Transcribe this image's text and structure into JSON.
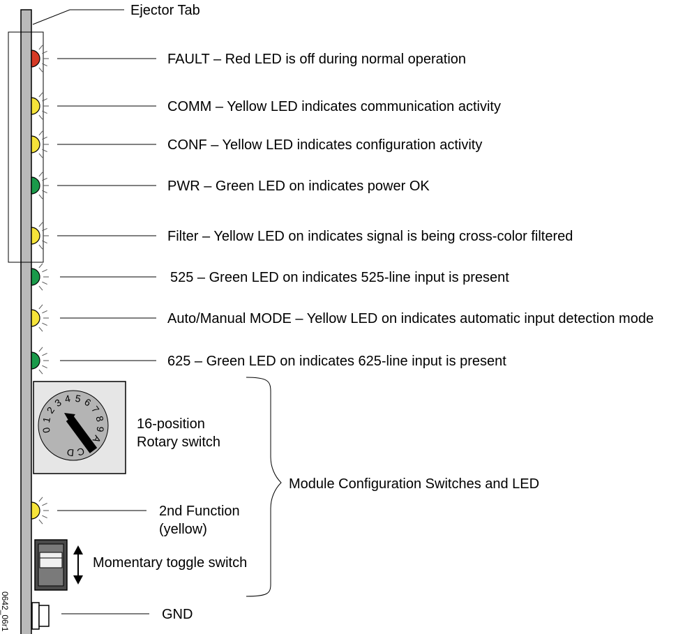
{
  "ejector_tab": "Ejector Tab",
  "leds": [
    {
      "id": "fault",
      "color": "#d63a26",
      "label": "FAULT –  Red LED is off during normal operation"
    },
    {
      "id": "comm",
      "color": "#f6e43a",
      "label": "COMM – Yellow LED indicates communication activity"
    },
    {
      "id": "conf",
      "color": "#f6e43a",
      "label": "CONF – Yellow LED indicates configuration activity"
    },
    {
      "id": "pwr",
      "color": "#1a9a4a",
      "label": "PWR – Green LED on indicates power OK"
    },
    {
      "id": "filter",
      "color": "#f6e43a",
      "label": "Filter – Yellow LED on indicates signal is being cross-color filtered"
    },
    {
      "id": "525",
      "color": "#1a9a4a",
      "label": "525 – Green LED on indicates 525-line input is present"
    },
    {
      "id": "mode",
      "color": "#f6e43a",
      "label": "Auto/Manual MODE – Yellow LED on indicates automatic input detection mode"
    },
    {
      "id": "625",
      "color": "#1a9a4a",
      "label": "625 – Green LED on indicates 625-line input is present"
    }
  ],
  "rotary": {
    "line1": "16-position",
    "line2": "Rotary switch",
    "positions": [
      "0",
      "1",
      "2",
      "3",
      "4",
      "5",
      "6",
      "7",
      "8",
      "9",
      "A",
      "B",
      "C",
      "D"
    ]
  },
  "function_led": {
    "color": "#f6e43a",
    "line1": "2nd Function",
    "line2": "(yellow)"
  },
  "toggle": "Momentary toggle switch",
  "gnd": "GND",
  "group_label": "Module Configuration Switches and LED",
  "figure_code": "0642_06r1",
  "colors": {
    "board": "#b9b9b9",
    "outline": "#000000",
    "switch_bg": "#e6e6e6",
    "dial": "#b4b4b4",
    "toggle_body": "#4a4a4a"
  }
}
